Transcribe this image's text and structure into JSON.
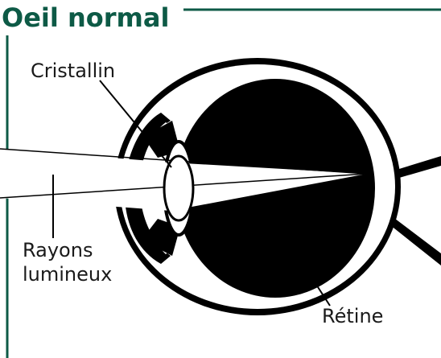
{
  "title": "Oeil normal",
  "labels": {
    "cristallin": "Cristallin",
    "rayons_line1": "Rayons",
    "rayons_line2": "lumineux",
    "retine": "Rétine"
  },
  "colors": {
    "title": "#0d5a46",
    "frame": "#0d5a46",
    "eye": "#000000",
    "background": "#ffffff"
  }
}
